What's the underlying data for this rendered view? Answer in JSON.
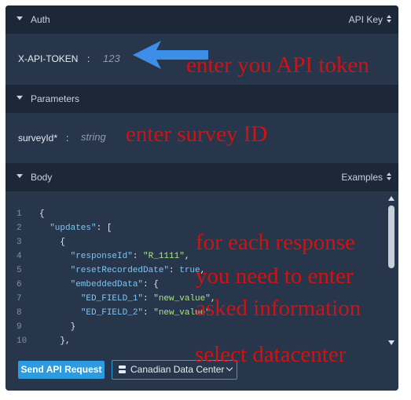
{
  "auth": {
    "section_title": "Auth",
    "scheme_label": "API Key",
    "field_label": "X-API-TOKEN",
    "separator": ":",
    "field_value": "123"
  },
  "parameters": {
    "section_title": "Parameters",
    "field_label": "surveyId*",
    "separator": ":",
    "field_placeholder": "string"
  },
  "body": {
    "section_title": "Body",
    "examples_label": "Examples",
    "code_lines": [
      {
        "n": "1",
        "indent": "",
        "parts": [
          {
            "t": "{",
            "c": "p"
          }
        ]
      },
      {
        "n": "2",
        "indent": "  ",
        "parts": [
          {
            "t": "\"updates\"",
            "c": "k"
          },
          {
            "t": ": [",
            "c": "p"
          }
        ]
      },
      {
        "n": "3",
        "indent": "    ",
        "parts": [
          {
            "t": "{",
            "c": "p"
          }
        ]
      },
      {
        "n": "4",
        "indent": "      ",
        "parts": [
          {
            "t": "\"responseId\"",
            "c": "k"
          },
          {
            "t": ": ",
            "c": "p"
          },
          {
            "t": "\"R_1111\"",
            "c": "s"
          },
          {
            "t": ",",
            "c": "p"
          }
        ]
      },
      {
        "n": "5",
        "indent": "      ",
        "parts": [
          {
            "t": "\"resetRecordedDate\"",
            "c": "k"
          },
          {
            "t": ": ",
            "c": "p"
          },
          {
            "t": "true",
            "c": "b"
          },
          {
            "t": ",",
            "c": "p"
          }
        ]
      },
      {
        "n": "6",
        "indent": "      ",
        "parts": [
          {
            "t": "\"embeddedData\"",
            "c": "k"
          },
          {
            "t": ": {",
            "c": "p"
          }
        ]
      },
      {
        "n": "7",
        "indent": "        ",
        "parts": [
          {
            "t": "\"ED_FIELD_1\"",
            "c": "k"
          },
          {
            "t": ": ",
            "c": "p"
          },
          {
            "t": "\"new_value\"",
            "c": "s"
          },
          {
            "t": ",",
            "c": "p"
          }
        ]
      },
      {
        "n": "8",
        "indent": "        ",
        "parts": [
          {
            "t": "\"ED_FIELD_2\"",
            "c": "k"
          },
          {
            "t": ": ",
            "c": "p"
          },
          {
            "t": "\"new_value\"",
            "c": "s"
          }
        ]
      },
      {
        "n": "9",
        "indent": "      ",
        "parts": [
          {
            "t": "}",
            "c": "p"
          }
        ]
      },
      {
        "n": "10",
        "indent": "    ",
        "parts": [
          {
            "t": "},",
            "c": "p"
          }
        ]
      }
    ]
  },
  "actions": {
    "send_label": "Send API Request",
    "datacenter_selected": "Canadian Data Center"
  },
  "annotations": {
    "token": "enter you API token",
    "survey": "enter survey ID",
    "response_line1": "for each response",
    "response_line2": "you need to enter",
    "response_line3": "asked information",
    "datacenter": "select datacenter"
  },
  "icons": {
    "collapse": "triangle-down-icon",
    "sort": "sort-arrows-icon",
    "server": "server-icon",
    "chevron": "chevron-down-icon",
    "arrow": "left-arrow-icon"
  },
  "colors": {
    "panel": "#27364a",
    "header": "#1c2838",
    "accent": "#2c9be0",
    "annotation": "#d21212",
    "arrow": "#3d8ee6"
  }
}
